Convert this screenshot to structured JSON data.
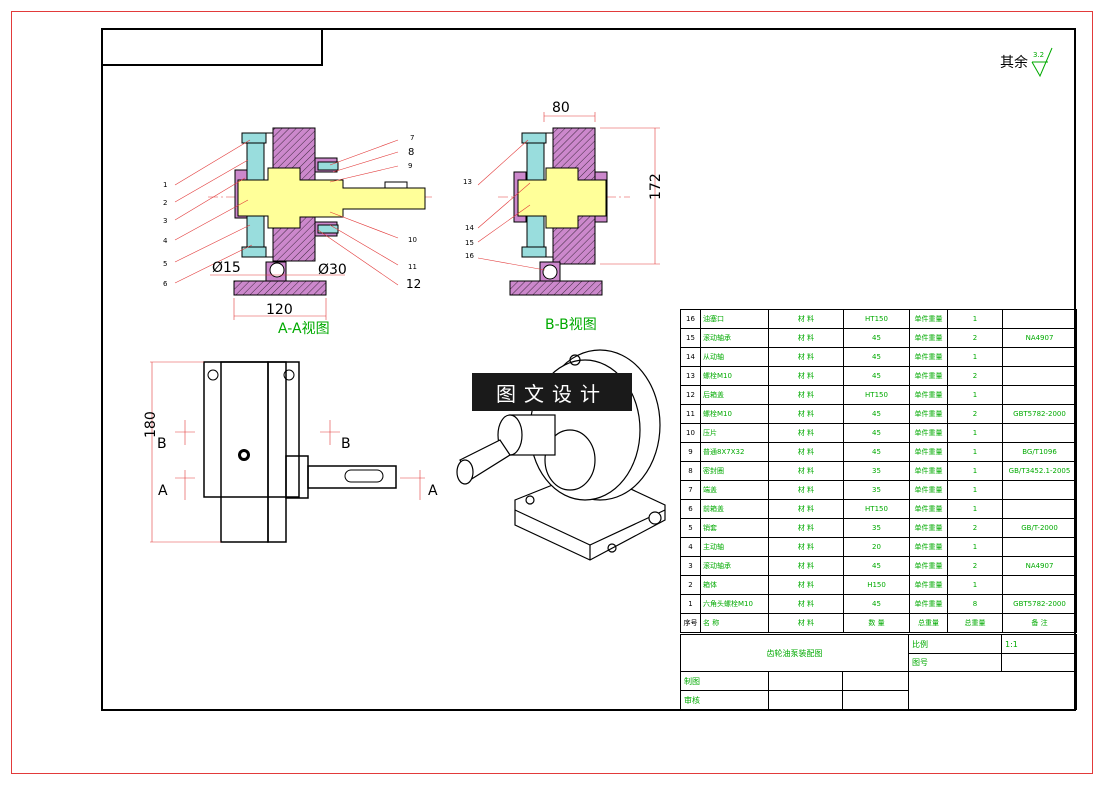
{
  "surface_finish": {
    "prefix": "其余",
    "value": "3.2"
  },
  "views": {
    "section_a": "A-A视图",
    "section_b": "B-B视图"
  },
  "dimensions": {
    "d15": "Ø15",
    "d30": "Ø30",
    "w120": "120",
    "w80": "80",
    "h172": "172",
    "h180": "180"
  },
  "section_marks": {
    "a": "A",
    "b": "B"
  },
  "balloons_a": [
    "1",
    "2",
    "3",
    "4",
    "5",
    "6",
    "7",
    "8",
    "9",
    "10",
    "11",
    "12"
  ],
  "balloons_b": [
    "13",
    "14",
    "15",
    "16"
  ],
  "stamp": "图文设计",
  "bom": {
    "rows": [
      {
        "no": "16",
        "name": "油塞口",
        "material_label": "材 料",
        "material": "HT150",
        "qty_label": "单件重量",
        "qty": "1",
        "remark": ""
      },
      {
        "no": "15",
        "name": "滚动轴承",
        "material_label": "材 料",
        "material": "45",
        "qty_label": "单件重量",
        "qty": "2",
        "remark": "NA4907"
      },
      {
        "no": "14",
        "name": "从动轴",
        "material_label": "材 料",
        "material": "45",
        "qty_label": "单件重量",
        "qty": "1",
        "remark": ""
      },
      {
        "no": "13",
        "name": "螺栓M10",
        "material_label": "材 料",
        "material": "45",
        "qty_label": "单件重量",
        "qty": "2",
        "remark": ""
      },
      {
        "no": "12",
        "name": "后箱盖",
        "material_label": "材 料",
        "material": "HT150",
        "qty_label": "单件重量",
        "qty": "1",
        "remark": ""
      },
      {
        "no": "11",
        "name": "螺栓M10",
        "material_label": "材 料",
        "material": "45",
        "qty_label": "单件重量",
        "qty": "2",
        "remark": "GBT5782-2000"
      },
      {
        "no": "10",
        "name": "压片",
        "material_label": "材 料",
        "material": "45",
        "qty_label": "单件重量",
        "qty": "1",
        "remark": ""
      },
      {
        "no": "9",
        "name": "普通8X7X32",
        "material_label": "材 料",
        "material": "45",
        "qty_label": "单件重量",
        "qty": "1",
        "remark": "BG/T1096"
      },
      {
        "no": "8",
        "name": "密封圈",
        "material_label": "材 料",
        "material": "35",
        "qty_label": "单件重量",
        "qty": "1",
        "remark": "GB/T3452.1-2005"
      },
      {
        "no": "7",
        "name": "端盖",
        "material_label": "材 料",
        "material": "35",
        "qty_label": "单件重量",
        "qty": "1",
        "remark": ""
      },
      {
        "no": "6",
        "name": "前箱盖",
        "material_label": "材 料",
        "material": "HT150",
        "qty_label": "单件重量",
        "qty": "1",
        "remark": ""
      },
      {
        "no": "5",
        "name": "销套",
        "material_label": "材 料",
        "material": "35",
        "qty_label": "单件重量",
        "qty": "2",
        "remark": "GB/T-2000"
      },
      {
        "no": "4",
        "name": "主动轴",
        "material_label": "材 料",
        "material": "20",
        "qty_label": "单件重量",
        "qty": "1",
        "remark": ""
      },
      {
        "no": "3",
        "name": "滚动轴承",
        "material_label": "材 料",
        "material": "45",
        "qty_label": "单件重量",
        "qty": "2",
        "remark": "NA4907"
      },
      {
        "no": "2",
        "name": "箱体",
        "material_label": "材 料",
        "material": "H150",
        "qty_label": "单件重量",
        "qty": "1",
        "remark": ""
      },
      {
        "no": "1",
        "name": "六角头螺栓M10",
        "material_label": "材 料",
        "material": "45",
        "qty_label": "单件重量",
        "qty": "8",
        "remark": "GBT5782-2000"
      }
    ],
    "header": {
      "no": "序号",
      "name": "名 称",
      "material_label": "材 料",
      "material": "数 量",
      "qty_label": "总重量",
      "qty": "总重量",
      "remark": "备 注"
    }
  },
  "title_block": {
    "drawing_name": "齿轮油泵装配图",
    "scale_label": "比例",
    "scale_value": "1:1",
    "sheet_label": "图号",
    "drawn_label": "制图",
    "checked_label": "审核"
  },
  "colors": {
    "frame": "#e23a3a",
    "dimension": "#e23a3a",
    "text_green": "#00aa00",
    "shaft_yellow": "#ffff99",
    "body_magenta": "#cc88cc",
    "cap_cyan": "#99dddd"
  }
}
